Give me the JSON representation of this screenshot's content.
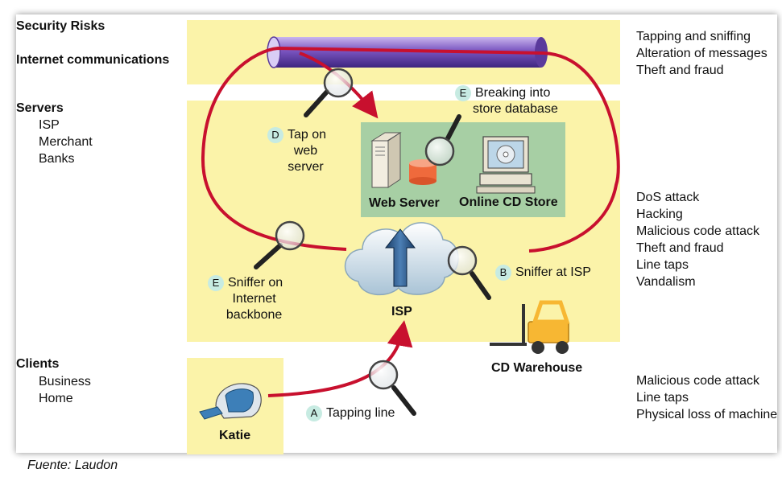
{
  "left_labels": {
    "security_risks": "Security Risks",
    "internet": "Internet communications",
    "servers": "Servers",
    "servers_items": [
      "ISP",
      "Merchant",
      "Banks"
    ],
    "clients": "Clients",
    "clients_items": [
      "Business",
      "Home"
    ]
  },
  "risks": {
    "internet": [
      "Tapping and sniffing",
      "Alteration of messages",
      "Theft and fraud"
    ],
    "servers": [
      "DoS attack",
      "Hacking",
      "Malicious code attack",
      "Theft and fraud",
      "Line taps",
      "Vandalism"
    ],
    "clients": [
      "Malicious code attack",
      "Line taps",
      "Physical loss of machine"
    ]
  },
  "nodes": {
    "web_server": "Web Server",
    "online_store": "Online CD Store",
    "isp": "ISP",
    "warehouse": "CD Warehouse",
    "client": "Katie"
  },
  "points": {
    "d": {
      "letter": "D",
      "line1": "Tap on",
      "line2": "web",
      "line3": "server"
    },
    "e_top": {
      "letter": "E",
      "line1": "Breaking into",
      "line2": "store database"
    },
    "e_left": {
      "letter": "E",
      "line1": "Sniffer on",
      "line2": "Internet",
      "line3": "backbone"
    },
    "b": {
      "letter": "B",
      "line1": "Sniffer at ISP"
    },
    "a": {
      "letter": "A",
      "line1": "Tapping line"
    }
  },
  "caption": "Fuente: Laudon",
  "colors": {
    "zone": "#fbf3a9",
    "store": "#a7cfa4",
    "arrow": "#c8102e",
    "pipe": "#7c5bb5"
  }
}
